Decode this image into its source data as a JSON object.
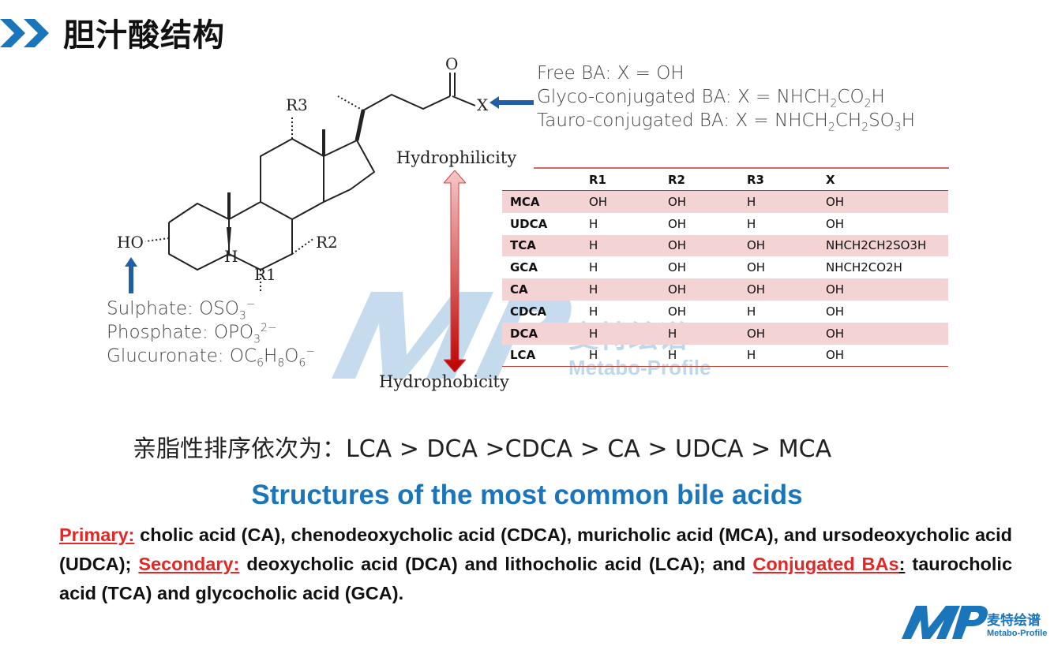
{
  "header": {
    "title": "胆汁酸结构"
  },
  "structure": {
    "atoms": {
      "O": "O",
      "X": "X",
      "R3": "R3",
      "R2": "R2",
      "R1": "R1",
      "HO": "HO",
      "H": "H"
    }
  },
  "x_notes": {
    "free": "Free BA: X = OH",
    "glyco": [
      "Glyco-conjugated BA: X = NHCH",
      "2",
      "CO",
      "2",
      "H"
    ],
    "tauro": [
      "Tauro-conjugated BA: X = NHCH",
      "2",
      "CH",
      "2",
      "SO",
      "3",
      "H"
    ]
  },
  "ho_notes": {
    "sulphate": [
      "Sulphate: OSO",
      "3",
      "−"
    ],
    "phosphate": [
      "Phosphate: OPO",
      "3",
      "2−"
    ],
    "glucuronate": [
      "Glucuronate: OC",
      "6",
      "H",
      "8",
      "O",
      "6",
      "−"
    ]
  },
  "scale": {
    "top": "Hydrophilicity",
    "bottom": "Hydrophobicity"
  },
  "table": {
    "headers": [
      "",
      "R1",
      "R2",
      "R3",
      "X"
    ],
    "rows": [
      [
        "MCA",
        "OH",
        "OH",
        "H",
        "OH"
      ],
      [
        "UDCA",
        "H",
        "OH",
        "H",
        "OH"
      ],
      [
        "TCA",
        "H",
        "OH",
        "OH",
        "NHCH2CH2SO3H"
      ],
      [
        "GCA",
        "H",
        "OH",
        "OH",
        "NHCH2CO2H"
      ],
      [
        "CA",
        "H",
        "OH",
        "OH",
        "OH"
      ],
      [
        "CDCA",
        "H",
        "OH",
        "H",
        "OH"
      ],
      [
        "DCA",
        "H",
        "H",
        "OH",
        "OH"
      ],
      [
        "LCA",
        "H",
        "H",
        "H",
        "OH"
      ]
    ]
  },
  "watermark": {
    "cn": "麦特绘谱",
    "en": "Metabo-Profile"
  },
  "order_line": "亲脂性排序依次为：LCA > DCA >CDCA > CA > UDCA > MCA",
  "subtitle": "Structures of the most common bile acids",
  "paragraph": {
    "primary_label": "Primary:",
    "primary_text": " cholic acid (CA), chenodeoxycholic acid (CDCA), muricholic acid (MCA), and ursodeoxycholic acid (UDCA); ",
    "secondary_label": "Secondary:",
    "secondary_text": " deoxycholic acid (DCA) and lithocholic acid (LCA); and ",
    "conjugated_label": "Conjugated BAs",
    "conjugated_colon": ":",
    "conjugated_text": " taurocholic acid (TCA) and glycocholic acid (GCA)."
  },
  "logo": {
    "cn": "麦特绘谱",
    "en": "Metabo-Profile"
  },
  "colors": {
    "brand_blue": "#1a75bb",
    "arrow_blue": "#1f5fa8",
    "red": "#e32626",
    "row_pink": "#f3d3d3",
    "rule_red": "#c0392b"
  }
}
